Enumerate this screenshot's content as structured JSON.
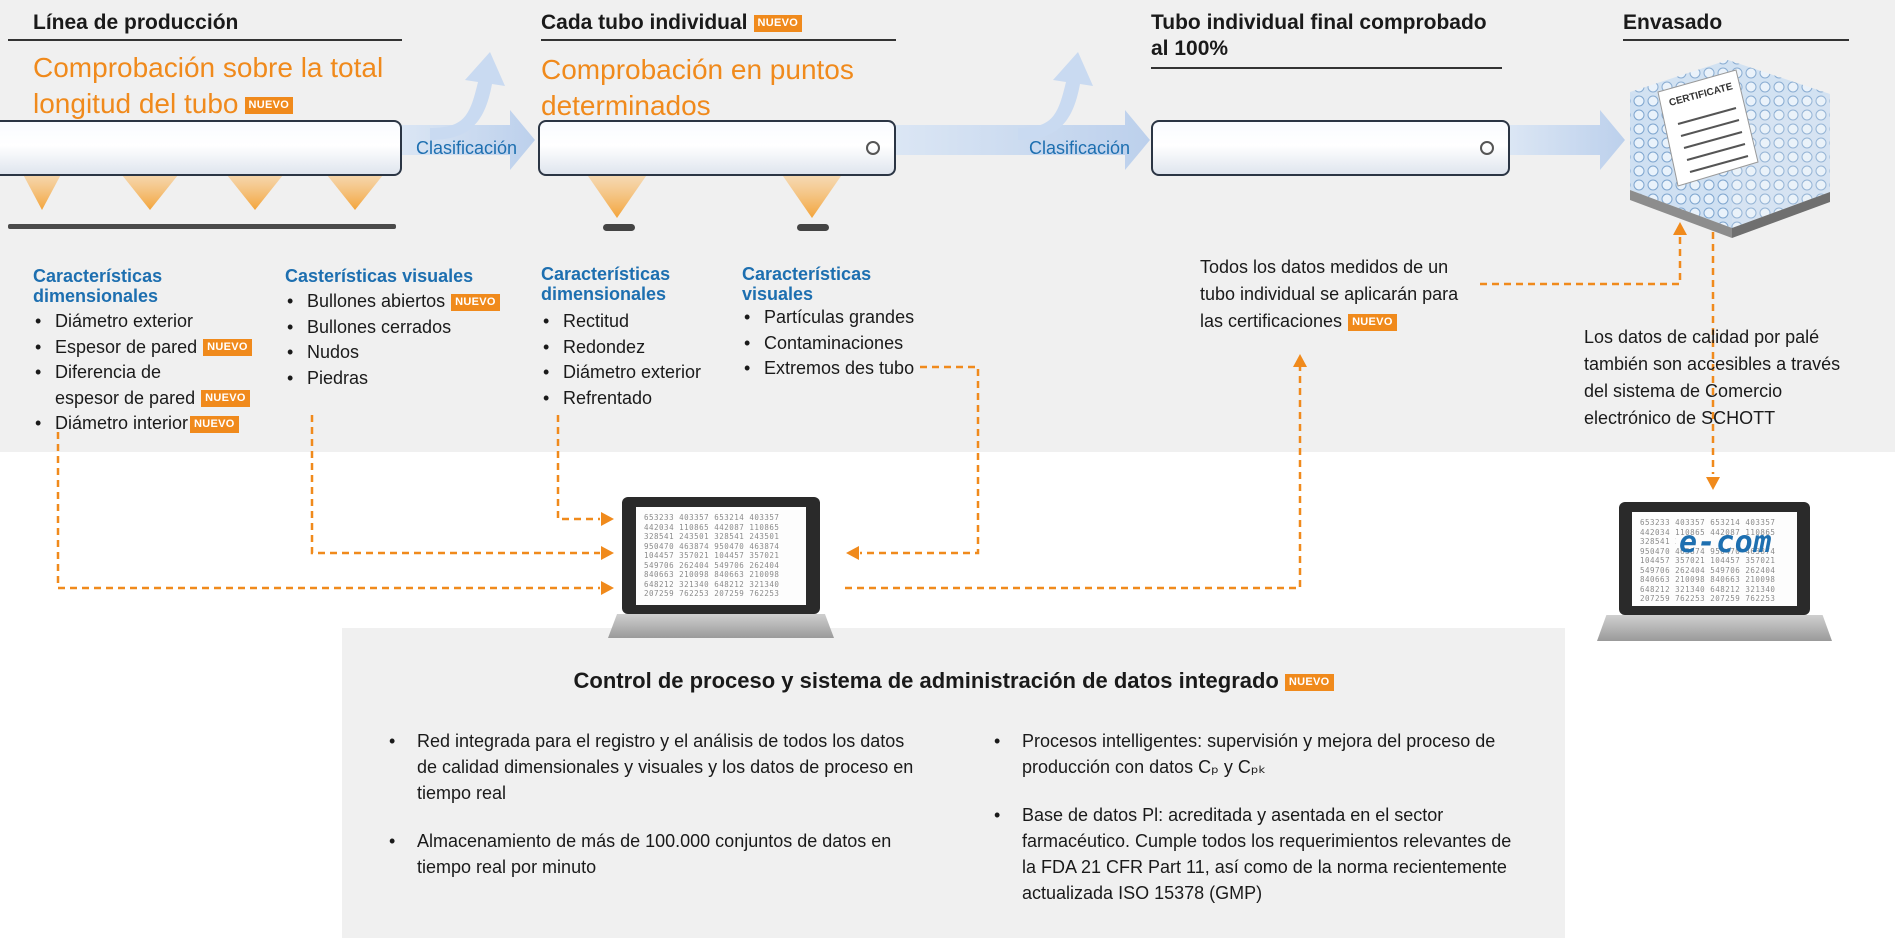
{
  "sections": {
    "production": {
      "title": "Línea de producción",
      "subtitle_line1": "Comprobación sobre la total",
      "subtitle_line2": "longitud del tubo",
      "badge": "NUEVO"
    },
    "single_tube": {
      "title": "Cada tubo individual",
      "badge": "NUEVO",
      "subtitle_line1": "Comprobación en puntos",
      "subtitle_line2": "determinados"
    },
    "final_tube": {
      "title_line1": "Tubo individual final comprobado",
      "title_line2": "al 100%"
    },
    "packaging": {
      "title": "Envasado",
      "certificate_label": "CERTIFICATE"
    }
  },
  "classification_labels": [
    "Clasificación",
    "Clasificación"
  ],
  "features": {
    "dimensional_1": {
      "head_line1": "Características",
      "head_line2": "dimensionales",
      "items": [
        {
          "line1": "Diámetro exterior",
          "line2": "",
          "badge": ""
        },
        {
          "line1": "Espesor de pared",
          "line2": "",
          "badge": "NUEVO"
        },
        {
          "line1": "Diferencia de",
          "line2": "espesor de pared",
          "badge": "NUEVO"
        },
        {
          "line1": "Diámetro interior",
          "line2": "",
          "badge": "NUEVO"
        }
      ]
    },
    "visual_1": {
      "head": "Casterísticas visuales",
      "items": [
        {
          "text": "Bullones abiertos",
          "badge": "NUEVO"
        },
        {
          "text": "Bullones cerrados",
          "badge": ""
        },
        {
          "text": "Nudos",
          "badge": ""
        },
        {
          "text": "Piedras",
          "badge": ""
        }
      ]
    },
    "dimensional_2": {
      "head_line1": "Características",
      "head_line2": "dimensionales",
      "items": [
        "Rectitud",
        "Redondez",
        "Diámetro exterior",
        "Refrentado"
      ]
    },
    "visual_2": {
      "head_line1": "Características",
      "head_line2": "visuales",
      "items": [
        "Partículas grandes",
        "Contaminaciones",
        "Extremos des tubo"
      ]
    }
  },
  "certification_text": {
    "line1": "Todos los datos medidos de un",
    "line2": "tubo individual se aplicarán para",
    "line3": "las certificaciones",
    "badge": "NUEVO"
  },
  "pallet_text": {
    "line1": "Los datos de calidad por palé",
    "line2": "también son accesibles a través",
    "line3": "del sistema de Comercio",
    "line4": "electrónico de SCHOTT"
  },
  "laptop_data_rows": [
    "653233 403357 653214 403357",
    "442034 110865 442087 110865",
    "328541 243501 328541 243501",
    "950470 463874 950470 463874",
    "104457 357021 104457 357021",
    "549706 262404 549706 262404",
    "840663 210098 840663 210098",
    "648212 321340 648212 321340",
    "207259 762253 207259 762253"
  ],
  "ecom_label": "e-com",
  "main_box": {
    "title": "Control de proceso y sistema de administración de datos integrado",
    "badge": "NUEVO",
    "left_items": [
      {
        "l1": "Red integrada para el registro y el análisis de todos los datos",
        "l2": "de calidad dimensionales y visuales y los datos de proceso en",
        "l3": "tiempo real",
        "l4": ""
      },
      {
        "l1": "Almacenamiento de más de 100.000 conjuntos de datos en",
        "l2": "tiempo real por minuto",
        "l3": "",
        "l4": ""
      }
    ],
    "right_items": [
      {
        "l1": "Procesos intelligentes: supervisión y mejora del proceso de",
        "l2": "producción con datos Cₚ y Cₚₖ",
        "l3": "",
        "l4": ""
      },
      {
        "l1": "Base de datos Pl: acreditada y asentada en el sector",
        "l2": "farmacéutico. Cumple todos los requerimientos relevantes de",
        "l3": "la FDA 21 CFR Part 11, así como de la norma recientemente",
        "l4": "actualizada ISO 15378 (GMP)"
      }
    ]
  },
  "colors": {
    "orange": "#f08a1c",
    "blue": "#1d6fb0",
    "arrow_blue": "#c9d9ef",
    "background": "#f0f0f0"
  }
}
